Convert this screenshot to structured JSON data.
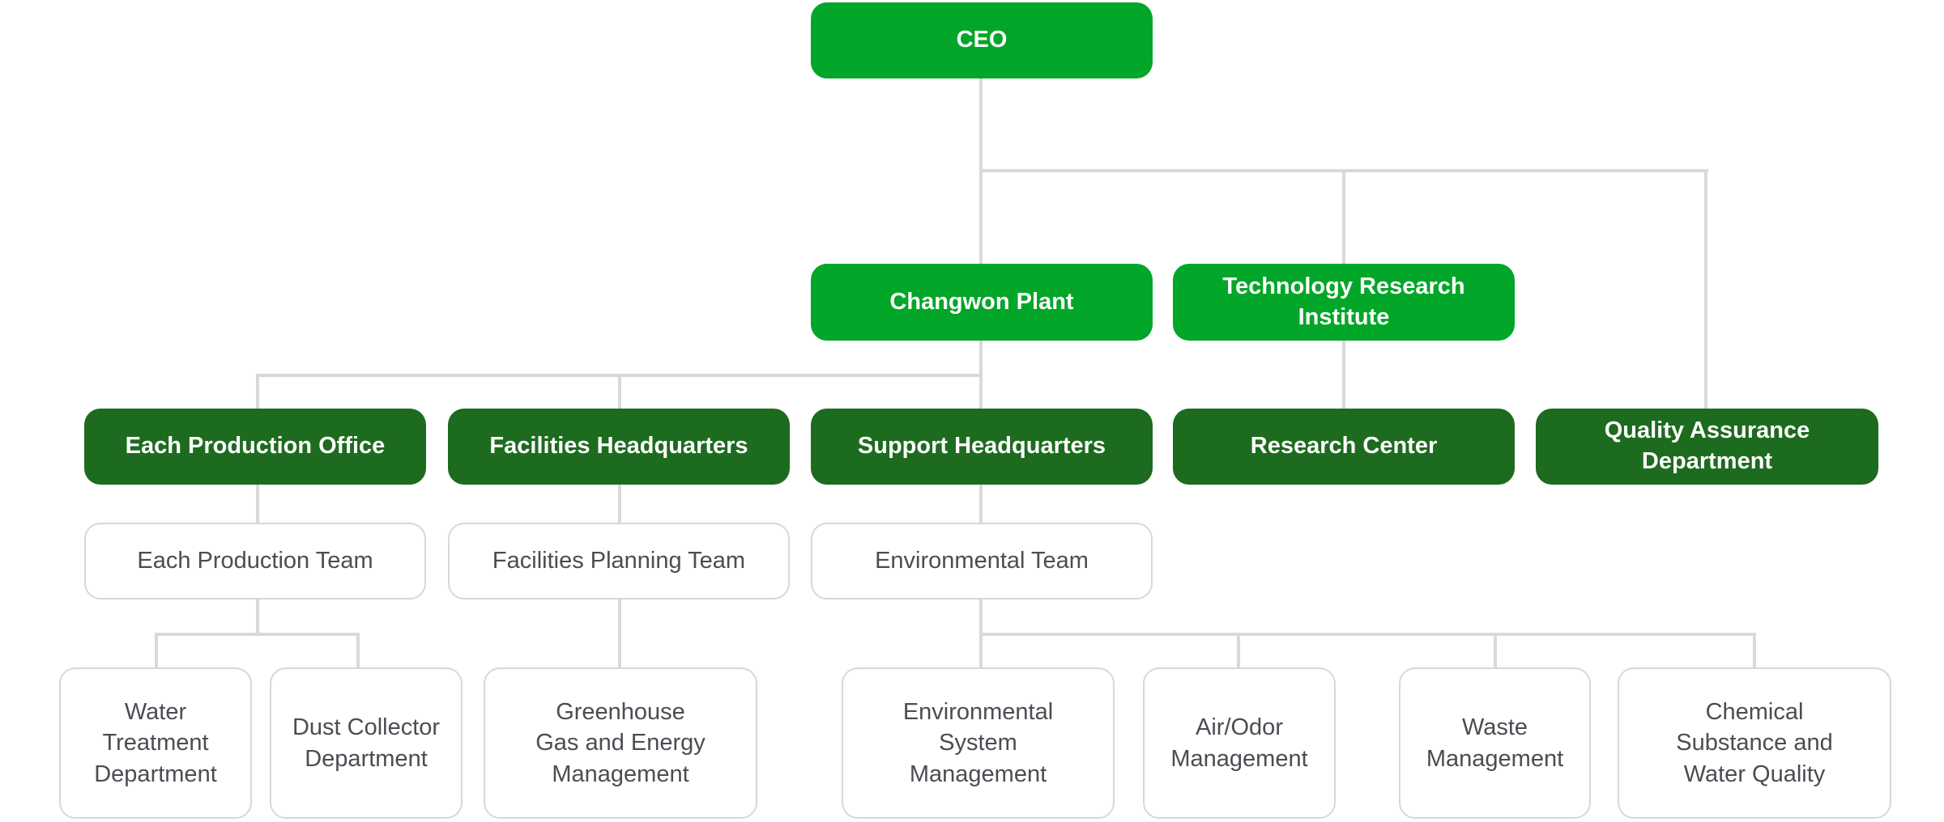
{
  "chart": {
    "ceo": "CEO",
    "level2": {
      "changwon_plant": "Changwon Plant",
      "tech_research_institute": "Technology Research Institute"
    },
    "level3": {
      "each_production_office": "Each Production Office",
      "facilities_headquarters": "Facilities Headquarters",
      "support_headquarters": "Support Headquarters",
      "research_center": "Research Center",
      "quality_assurance": "Quality Assurance Department"
    },
    "level4": {
      "each_production_team": "Each Production Team",
      "facilities_planning_team": "Facilities Planning Team",
      "environmental_team": "Environmental Team"
    },
    "level5": {
      "water_treatment": "Water Treatment Department",
      "dust_collector": "Dust Collector Department",
      "ghg_energy": "Greenhouse Gas and Energy Management",
      "env_system": "Environmental System Management",
      "air_odor": "Air/Odor Management",
      "waste": "Waste Management",
      "chemical_water": "Chemical Substance and Water Quality"
    }
  },
  "colors": {
    "primary_green": "#02a628",
    "dark_green": "#1d6b1f",
    "connector": "#d9d9d9",
    "box_border": "#d6d8db",
    "text_gray": "#4a4d52"
  }
}
